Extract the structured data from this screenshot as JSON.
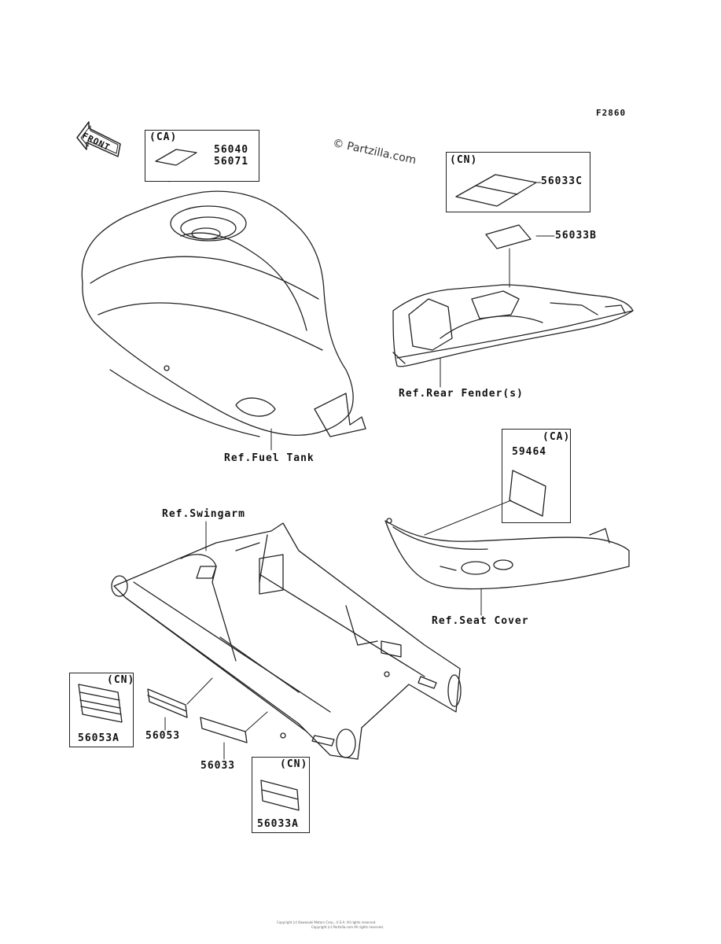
{
  "diagram_code": "F2860",
  "watermark": "© Partzilla.com",
  "front_label": "FRONT",
  "footer_line1": "Copyright (c) Kawasaki Motors Corp., U.S.A. All rights reserved.",
  "footer_line2": "Copyright (c) Partzilla.com All rights reserved.",
  "parts": {
    "ca_top": {
      "region": "(CA)",
      "numbers": [
        "56040",
        "56071"
      ]
    },
    "cn_top": {
      "region": "(CN)",
      "number": "56033C"
    },
    "rear_label": {
      "number": "56033B"
    },
    "ca_seat": {
      "region": "(CA)",
      "number": "59464"
    },
    "cn_left": {
      "region": "(CN)",
      "number": "56053A"
    },
    "swing_label1": {
      "number": "56053"
    },
    "swing_label2": {
      "number": "56033"
    },
    "cn_bottom": {
      "region": "(CN)",
      "number": "56033A"
    }
  },
  "references": {
    "fuel_tank": "Ref.Fuel Tank",
    "rear_fender": "Ref.Rear Fender(s)",
    "swingarm": "Ref.Swingarm",
    "seat_cover": "Ref.Seat Cover"
  },
  "colors": {
    "line": "#222222",
    "background": "#ffffff"
  }
}
